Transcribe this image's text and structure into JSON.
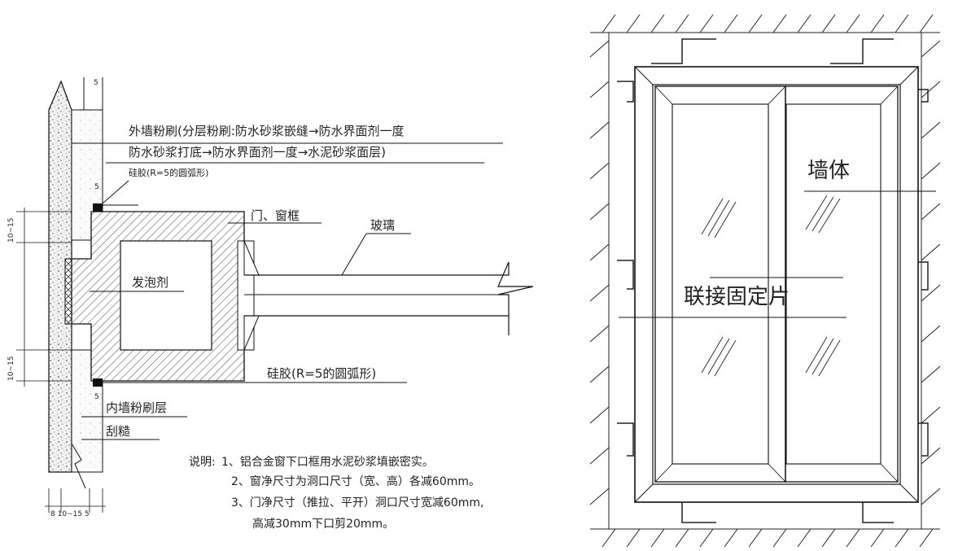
{
  "section_detail": {
    "labels": {
      "exterior_plaster_line1": "外墙粉刷(分层粉刷:防水砂浆嵌缝→防水界面剂一度",
      "exterior_plaster_line2": "防水砂浆打底→防水界面剂一度→水泥砂浆面层)",
      "sealant_top": "硅胶(R=5的圆弧形)",
      "door_window_frame": "门、窗框",
      "glass": "玻璃",
      "foam": "发泡剂",
      "sealant_bottom": "硅胶(R=5的圆弧形)",
      "interior_plaster": "内墙粉刷层",
      "scraped_rough": "刮糙"
    },
    "dimensions": {
      "top_small": "5",
      "left_upper": "10~15",
      "left_lower": "10~15",
      "sealant_top_5": "5",
      "sealant_bottom_5": "5",
      "bottom_row": "8  10~15  5"
    },
    "notes": {
      "prefix": "说明:",
      "items": [
        "1、铝合金窗下口框用水泥砂浆填嵌密实。",
        "2、窗净尺寸为洞口尺寸（宽、高）各减60mm。",
        "3、门净尺寸（推拉、平开）洞口尺寸宽减60mm,",
        "高减30mm下口剪20mm。"
      ]
    }
  },
  "elevation": {
    "labels": {
      "wall": "墙体",
      "connector": "联接固定片"
    }
  }
}
